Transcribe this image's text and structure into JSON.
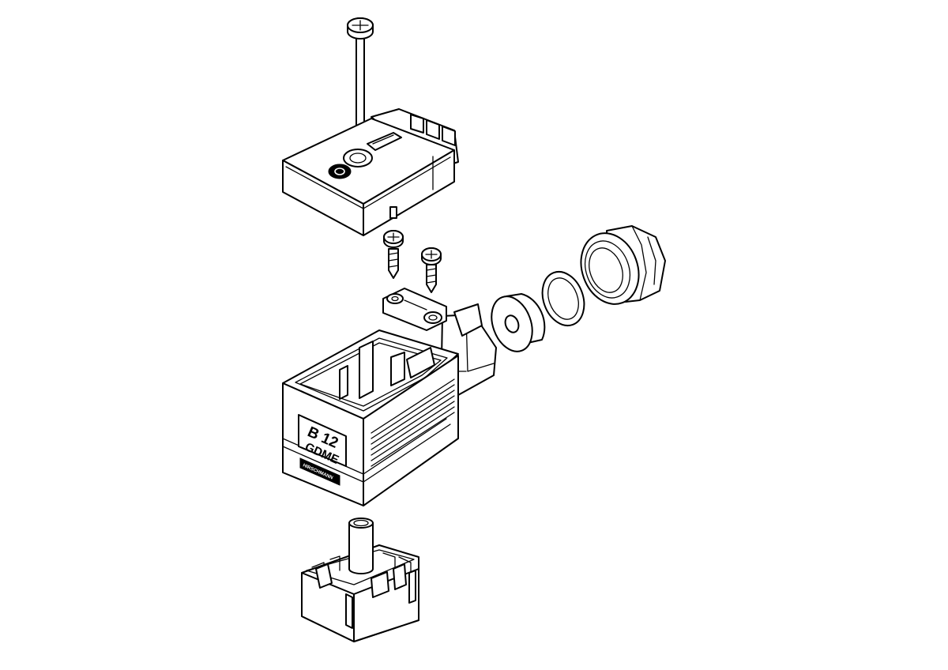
{
  "drawing": {
    "style": "black line-art exploded view",
    "background_color": "#ffffff",
    "line_color": "#000000"
  },
  "housing_marking": {
    "line1": "B 12",
    "line2": "GDME"
  },
  "brand_plate": {
    "text": "HIRSCHMANN"
  }
}
